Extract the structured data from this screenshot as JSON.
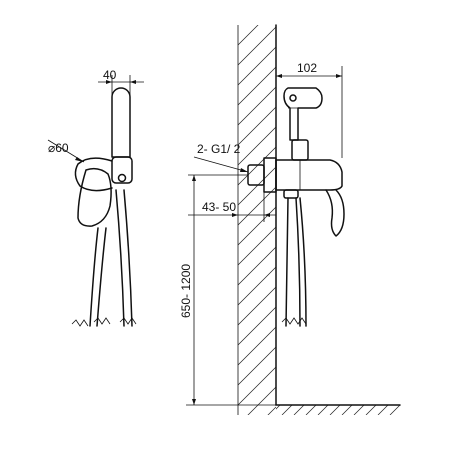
{
  "dimensions": {
    "handle_width": "40",
    "rosette_diameter": "⌀60",
    "projection": "102",
    "thread": "2- G1/ 2",
    "wall_depth": "43- 50",
    "mounting_height": "650- 1200"
  },
  "colors": {
    "line": "#111111",
    "background": "#ffffff"
  }
}
